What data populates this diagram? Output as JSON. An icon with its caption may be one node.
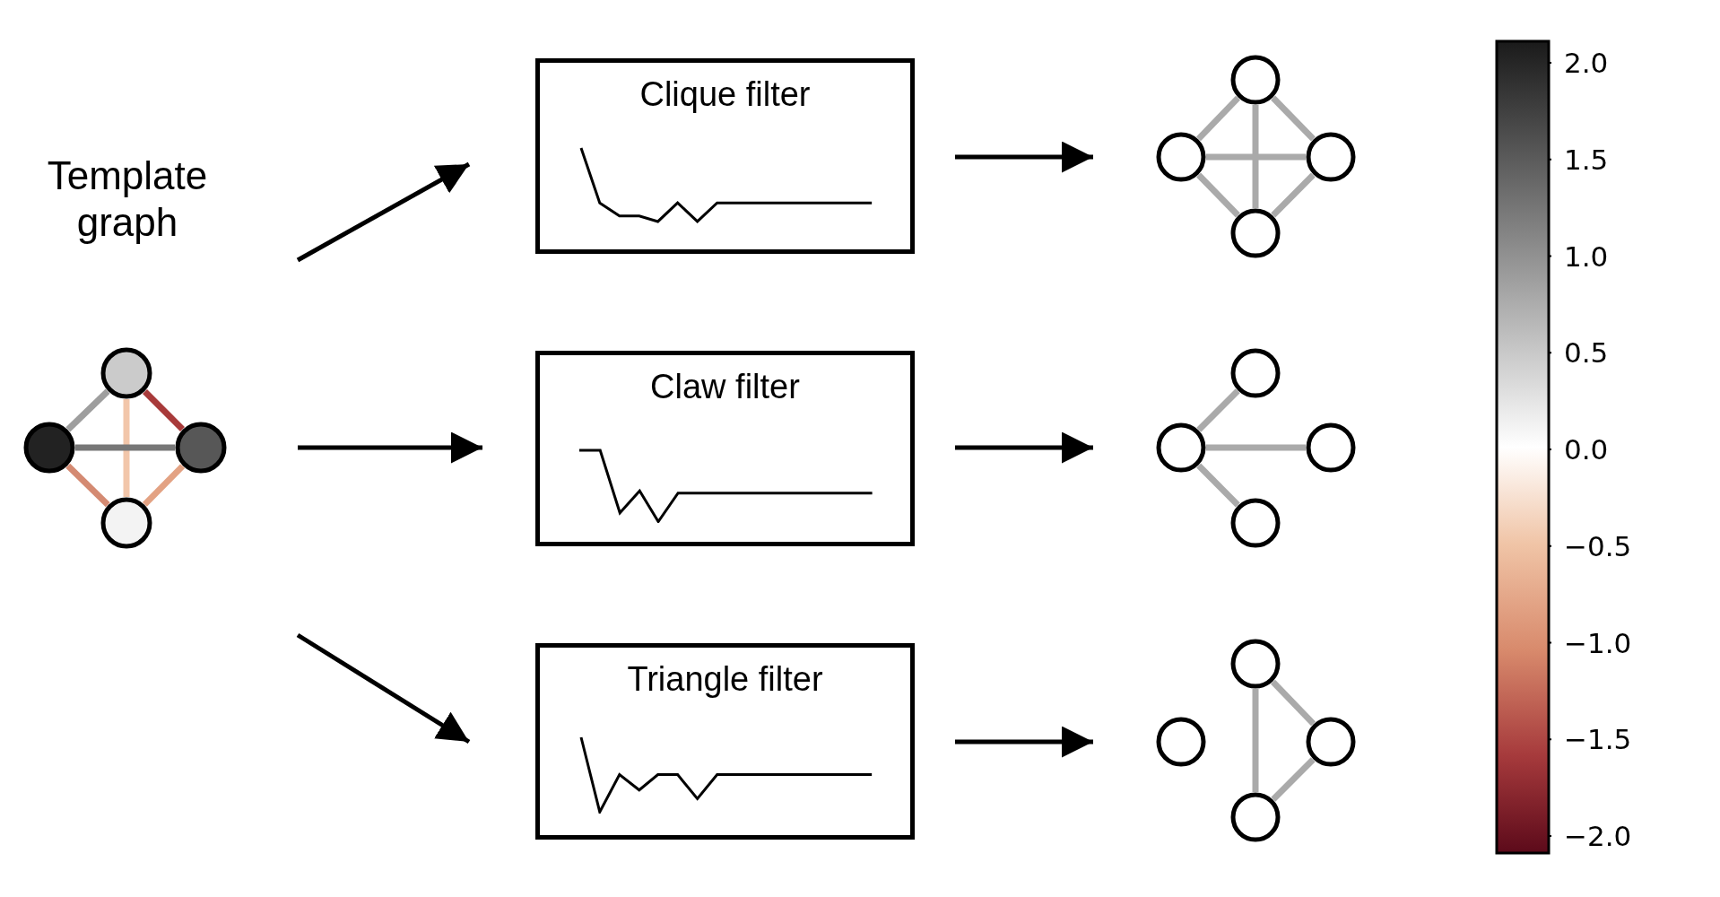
{
  "diagram": {
    "nodes": [
      {
        "text": [
          "Template graph"
        ]
      },
      {
        "text": [],
        "shape": "circle",
        "in": 0
      },
      {
        "text": [],
        "shape": "circle",
        "in": 0
      },
      {
        "text": [],
        "shape": "circle",
        "in": 0
      },
      {
        "text": [],
        "shape": "circle",
        "in": 0
      },
      {
        "text": [
          "Clique filter"
        ]
      },
      {
        "text": [
          "Claw filter"
        ]
      },
      {
        "text": [
          "Triangle filter"
        ]
      },
      {
        "text": [],
        "shape": "circle"
      },
      {
        "text": [],
        "shape": "circle"
      },
      {
        "text": [],
        "shape": "circle"
      },
      {
        "text": [],
        "shape": "circle"
      },
      {
        "text": [],
        "shape": "circle"
      },
      {
        "text": [],
        "shape": "circle"
      },
      {
        "text": [],
        "shape": "circle"
      },
      {
        "text": [],
        "shape": "circle"
      },
      {
        "text": [],
        "shape": "circle"
      },
      {
        "text": [],
        "shape": "circle"
      },
      {
        "text": [],
        "shape": "circle"
      },
      {
        "text": [],
        "shape": "circle"
      }
    ],
    "edges": [
      {
        "from": 1,
        "to": 2,
        "arrow": "none",
        "color": "#9e9e9e"
      },
      {
        "from": 1,
        "to": 3,
        "arrow": "none",
        "color": "#a83a3a"
      },
      {
        "from": 1,
        "to": 4,
        "arrow": "none",
        "color": "#f2c6aa"
      },
      {
        "from": 2,
        "to": 3,
        "arrow": "none",
        "color": "#777777"
      },
      {
        "from": 2,
        "to": 4,
        "arrow": "none",
        "color": "#d48a72"
      },
      {
        "from": 3,
        "to": 4,
        "arrow": "none",
        "color": "#e3a283"
      },
      {
        "from": 0,
        "to": 5,
        "arrow": "to",
        "color": "#000000"
      },
      {
        "from": 0,
        "to": 6,
        "arrow": "to",
        "color": "#000000"
      },
      {
        "from": 0,
        "to": 7,
        "arrow": "to",
        "color": "#000000"
      },
      {
        "from": 5,
        "to": 9,
        "arrow": "to",
        "color": "#000000"
      },
      {
        "from": 6,
        "to": 13,
        "arrow": "to",
        "color": "#000000"
      },
      {
        "from": 7,
        "to": 17,
        "arrow": "to",
        "color": "#000000"
      },
      {
        "from": 8,
        "to": 9,
        "arrow": "none",
        "color": "#aaaaaa"
      },
      {
        "from": 8,
        "to": 10,
        "arrow": "none",
        "color": "#aaaaaa"
      },
      {
        "from": 8,
        "to": 11,
        "arrow": "none",
        "color": "#aaaaaa"
      },
      {
        "from": 9,
        "to": 10,
        "arrow": "none",
        "color": "#aaaaaa"
      },
      {
        "from": 9,
        "to": 11,
        "arrow": "none",
        "color": "#aaaaaa"
      },
      {
        "from": 10,
        "to": 11,
        "arrow": "none",
        "color": "#aaaaaa"
      },
      {
        "from": 13,
        "to": 12,
        "arrow": "none",
        "color": "#aaaaaa"
      },
      {
        "from": 13,
        "to": 14,
        "arrow": "none",
        "color": "#aaaaaa"
      },
      {
        "from": 13,
        "to": 15,
        "arrow": "none",
        "color": "#aaaaaa"
      },
      {
        "from": 16,
        "to": 18,
        "arrow": "none",
        "color": "#aaaaaa"
      },
      {
        "from": 16,
        "to": 19,
        "arrow": "none",
        "color": "#aaaaaa"
      },
      {
        "from": 18,
        "to": 19,
        "arrow": "none",
        "color": "#aaaaaa"
      }
    ],
    "labels": [
      "2.0",
      "1.5",
      "1.0",
      "0.5",
      "0.0",
      "−0.5",
      "−1.0",
      "−1.5",
      "−2.0"
    ]
  }
}
